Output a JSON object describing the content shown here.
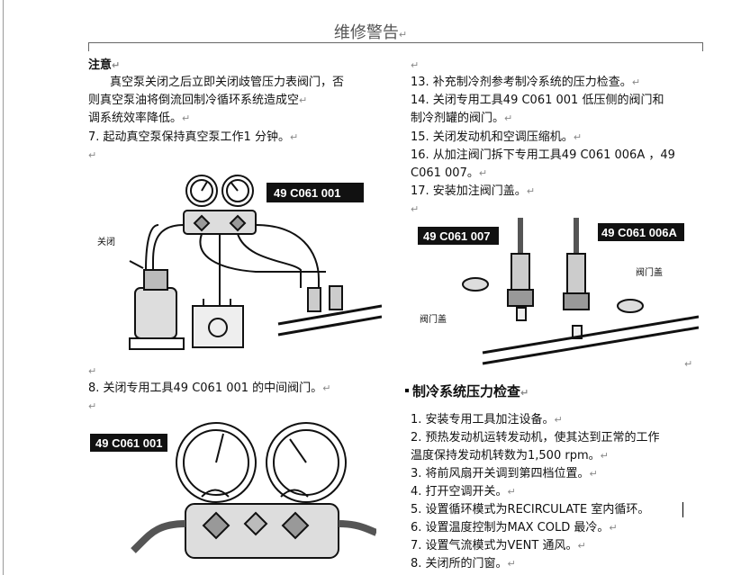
{
  "header": {
    "title": "维修警告"
  },
  "left": {
    "note_heading": "注意",
    "note_lines": [
      "真空泵关闭之后立即关闭歧管压力表阀门，否",
      "则真空泵油将倒流回制冷循环系统造成空",
      "调系统效率降低。"
    ],
    "step7": "7.  起动真空泵保持真空泵工作1 分钟。",
    "fig1": {
      "tag": "49 C061 001",
      "label_close": "关闭"
    },
    "step8": "8.  关闭专用工具49 C061 001 的中间阀门。",
    "fig2": {
      "tag": "49 C061 001"
    }
  },
  "right": {
    "steps": [
      "13.  补充制冷剂参考制冷系统的压力检查。",
      "14.  关闭专用工具49 C061 001 低压侧的阀门和",
      "制冷剂罐的阀门。",
      "15.  关闭发动机和空调压缩机。",
      "16.  从加注阀门拆下专用工具49 C061 006A ，49",
      "C061 007。",
      "17.  安装加注阀门盖。"
    ],
    "fig3": {
      "tag_left": "49 C061 007",
      "tag_right": "49 C061 006A",
      "cap_left": "阀门盖",
      "cap_right": "阀门盖"
    },
    "section_title": "制冷系统压力检查",
    "checks": [
      "1.  安装专用工具加注设备。",
      "2.  预热发动机运转发动机，使其达到正常的工作",
      "温度保持发动机转数为1,500 rpm。",
      "3.  将前风扇开关调到第四档位置。",
      "4.  打开空调开关。",
      "5.  设置循环模式为RECIRCULATE 室内循环。",
      "6.  设置温度控制为MAX COLD 最冷。",
      "7.  设置气流模式为VENT 通风。",
      "8.  关闭所的门窗。"
    ]
  },
  "marks": {
    "para": "↵"
  }
}
